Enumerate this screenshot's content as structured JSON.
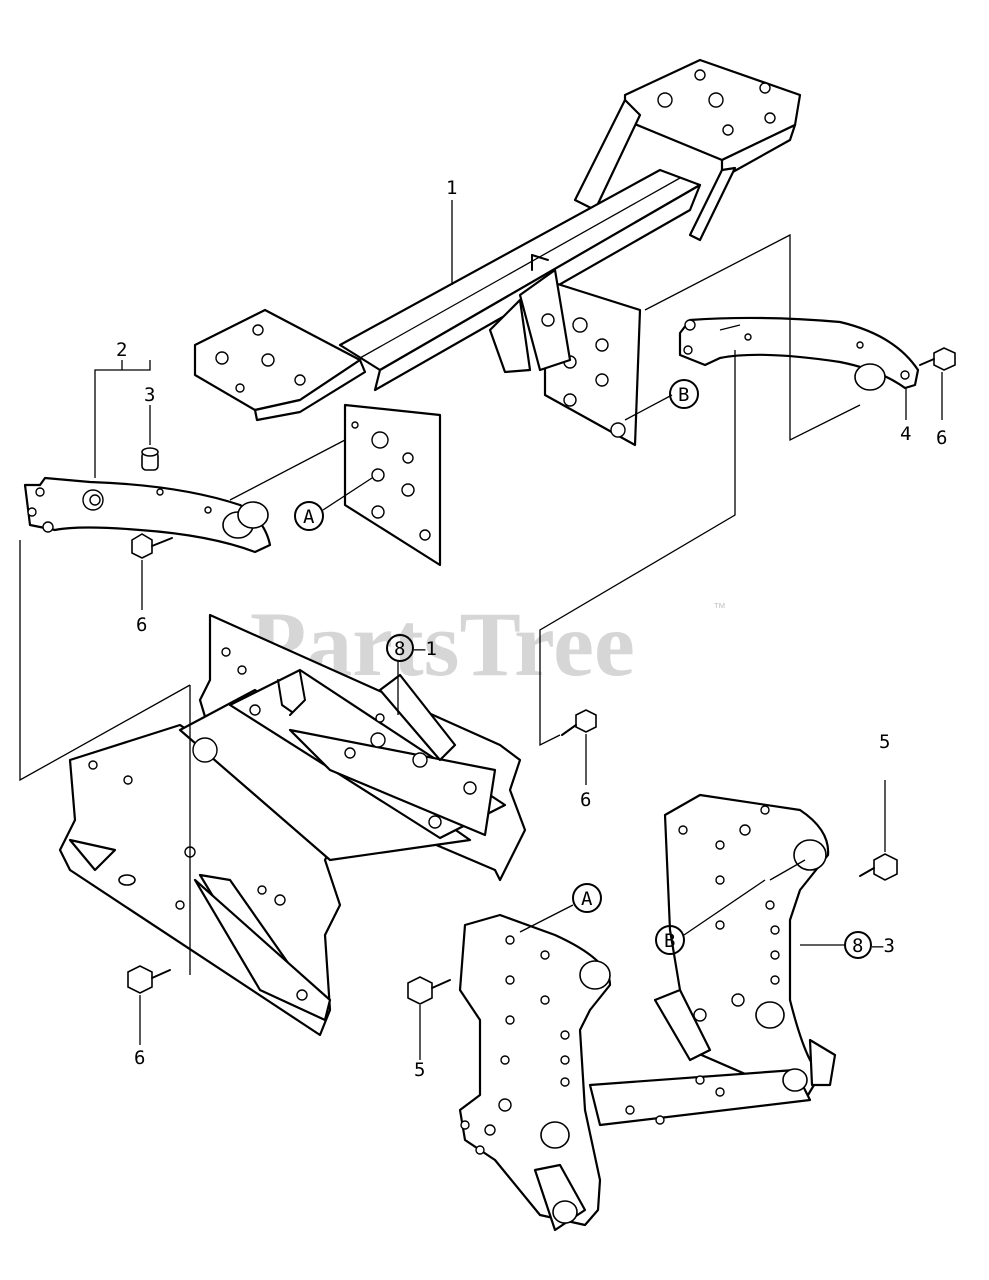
{
  "watermark": {
    "text": "PartsTree",
    "trademark": "™"
  },
  "callouts": {
    "c1": "1",
    "c2": "2",
    "c3": "3",
    "c4": "4",
    "c5a": "5",
    "c5b": "5",
    "c6a": "6",
    "c6b": "6",
    "c6c": "6",
    "c6d": "6",
    "c8_1": "8",
    "c8_1_suffix": "–1",
    "c8_3": "8",
    "c8_3_suffix": "–3"
  },
  "references": {
    "A1": "A",
    "A2": "A",
    "B1": "B",
    "B2": "B"
  }
}
